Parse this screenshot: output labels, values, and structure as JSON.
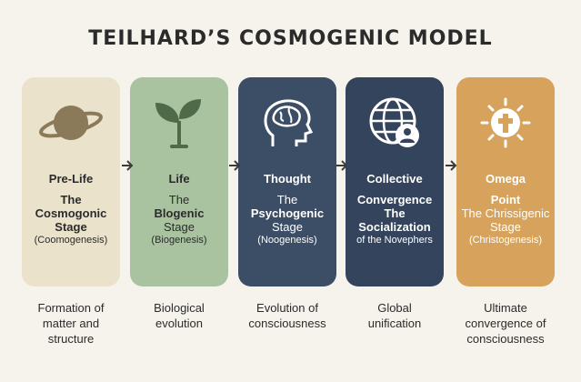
{
  "title": "TEILHARD’S COSMOGENIC MODEL",
  "stages": [
    {
      "title": "Pre-Life",
      "stage_line1": "The",
      "stage_line2": "Cosmogonic",
      "stage_line3": "Stage",
      "sub": "(Coomogenesis)",
      "description": [
        "Formation of",
        "matter and",
        "structure"
      ],
      "icon": "planet-icon",
      "bg": "#ebe2cb",
      "fg": "#2b2b2b",
      "icon_color": "#8a7a5a"
    },
    {
      "title": "Life",
      "stage_line1": "The",
      "stage_line2": "Blogenic",
      "stage_line3": "Stage",
      "sub": "(Biogenesis)",
      "description": [
        "Biological",
        "evolution"
      ],
      "icon": "sprout-icon",
      "bg": "#a9c3a0",
      "fg": "#2b2b2b",
      "icon_color": "#4e6a48"
    },
    {
      "title": "Thought",
      "stage_line1": "The",
      "stage_line2": "Psychogenic",
      "stage_line3": "Stage",
      "sub": "(Noogenesis)",
      "description": [
        "Evolution of",
        "consciousness"
      ],
      "icon": "brain-head-icon",
      "bg": "#3c4d66",
      "fg": "#ffffff",
      "icon_color": "#ffffff"
    },
    {
      "title": "Collective",
      "stage_line1": "Convergence",
      "stage_line2": "The",
      "stage_line3": "Socialization",
      "sub": "of the Novephers",
      "description": [
        "Global",
        "unification"
      ],
      "icon": "globe-person-icon",
      "bg": "#33445c",
      "fg": "#ffffff",
      "icon_color": "#ffffff"
    },
    {
      "title": "Omega",
      "stage_line1": "Point",
      "stage_line2": "The Chrissigenic",
      "stage_line3": "Stage",
      "sub": "(Christogenesis)",
      "description": [
        "Ultimate",
        "convergence of",
        "consciousness"
      ],
      "icon": "radiant-cross-icon",
      "bg": "#d7a35c",
      "fg": "#ffffff",
      "icon_color": "#ffffff"
    }
  ],
  "arrow_color": "#3b3b3b"
}
